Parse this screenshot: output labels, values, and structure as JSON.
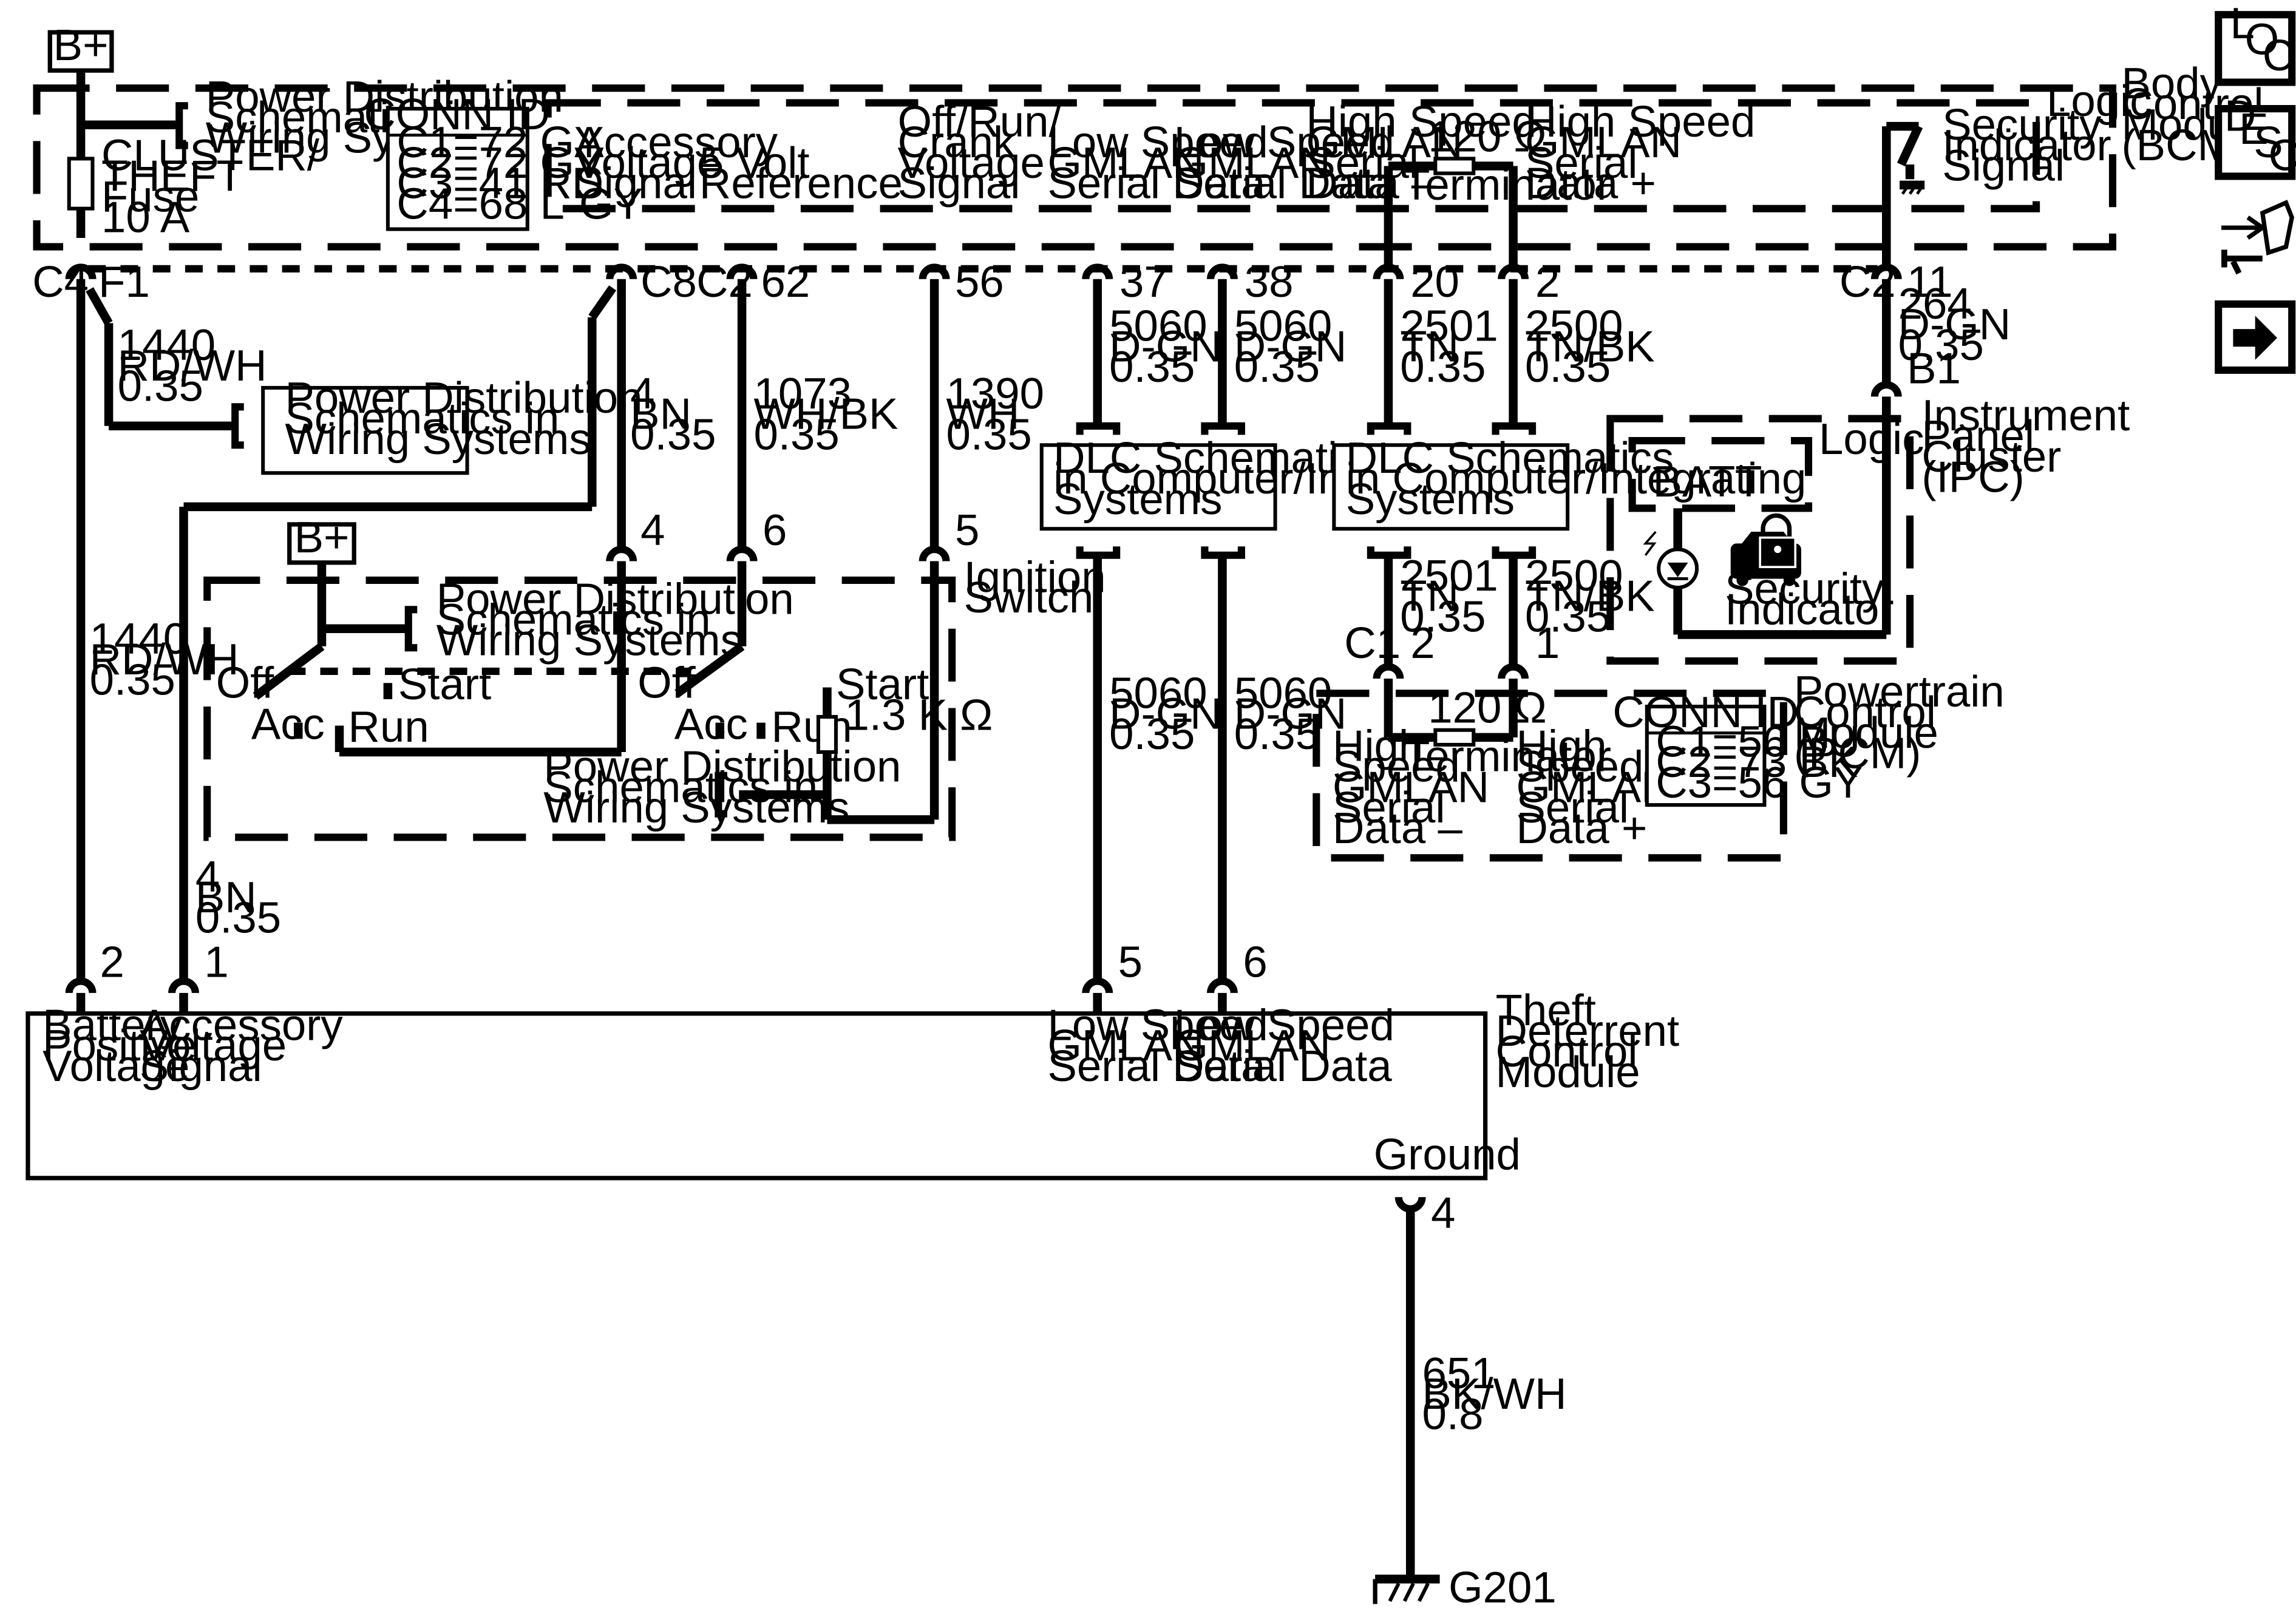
{
  "power": {
    "bplus_top": "B+",
    "bplus_ign": "B+"
  },
  "bcm": {
    "name": [
      "Body",
      "Control",
      "Module",
      "(BCM)"
    ],
    "logic_label": "Logic",
    "fuse_label": [
      "CLUSTER/",
      "THEFT",
      "Fuse",
      "10 A"
    ],
    "power_dist_ref": [
      "Power Distribution",
      "Schematics in",
      "Wiring Systems"
    ],
    "conn_id": {
      "title": "CONN ID",
      "rows": [
        "C1=72 GY",
        "C2=72 GY",
        "C3=41 RD",
        "C4=68 L-GY"
      ]
    },
    "signals": {
      "acc": [
        "Accessory",
        "Voltage",
        "Signal"
      ],
      "ref5v": [
        "5 Volt",
        "Reference"
      ],
      "crank": [
        "Off/Run/",
        "Crank",
        "Voltage",
        "Signal"
      ],
      "ls1": [
        "Low Speed",
        "GMLAN",
        "Serial Data"
      ],
      "ls2": [
        "Low Speed",
        "GMLAN",
        "Serial Data"
      ],
      "hs_minus": [
        "High Speed",
        "GMLAN",
        "Serial",
        "Data –"
      ],
      "hs_plus": [
        "High Speed",
        "GMLAN",
        "Serial",
        "Data +"
      ],
      "security": [
        "Security",
        "Indicator",
        "Signal"
      ]
    },
    "terminator": {
      "value": "120 Ω",
      "label": "Terminator"
    },
    "connectors": {
      "c4": "C4",
      "f1": "F1",
      "c8": "C8",
      "c2a": "C2",
      "p62": "62",
      "p56": "56",
      "p37": "37",
      "p38": "38",
      "p20": "20",
      "p2": "2",
      "c2b": "C2",
      "p11": "11"
    }
  },
  "wires": {
    "w1440_top": [
      "1440",
      "RD/WH",
      "0.35"
    ],
    "w1440_low": [
      "1440",
      "RD/WH",
      "0.35"
    ],
    "w4_top": [
      "4",
      "BN",
      "0.35"
    ],
    "w4_low": [
      "4",
      "BN",
      "0.35"
    ],
    "w1073": [
      "1073",
      "WH/BK",
      "0.35"
    ],
    "w1390": [
      "1390",
      "WH",
      "0.35"
    ],
    "w5060_a": [
      "5060",
      "D-GN",
      "0.35"
    ],
    "w5060_b": [
      "5060",
      "D-GN",
      "0.35"
    ],
    "w5060_c": [
      "5060",
      "D-GN",
      "0.35"
    ],
    "w5060_d": [
      "5060",
      "D-GN",
      "0.35"
    ],
    "w2501_a": [
      "2501",
      "TN",
      "0.35"
    ],
    "w2500_a": [
      "2500",
      "TN/BK",
      "0.35"
    ],
    "w2501_b": [
      "2501",
      "TN",
      "0.35"
    ],
    "w2500_b": [
      "2500",
      "TN/BK",
      "0.35"
    ],
    "w264": [
      "264",
      "D-GN",
      "0.35"
    ],
    "w651": [
      "651",
      "BK/WH",
      "0.8"
    ]
  },
  "power_dist_boxes": {
    "f1_box": [
      "Power Distribution",
      "Schematics in",
      "Wiring Systems"
    ],
    "ign_top": [
      "Power Distribution",
      "Schematics in",
      "Wiring Systems"
    ],
    "ign_bottom": [
      "Power Distribution",
      "Schematics in",
      "Wiring Systems"
    ]
  },
  "ignition": {
    "name": [
      "Ignition",
      "Switch"
    ],
    "pins": {
      "p4": "4",
      "p6": "6",
      "p5": "5"
    },
    "positions_left": {
      "off": "Off",
      "start": "Start",
      "acc": "Acc",
      "run": "Run"
    },
    "positions_right": {
      "off": "Off",
      "start": "Start",
      "acc": "Acc",
      "run": "Run"
    },
    "resistor": "1.3 K Ω"
  },
  "dlc": {
    "box1": [
      "DLC Schematics",
      "in Computer/Integrating",
      "Systems"
    ],
    "box2": [
      "DLC Schematics",
      "in Computer/Integrating",
      "Systems"
    ]
  },
  "ipc": {
    "name": [
      "Instrument",
      "Panel",
      "Cluster",
      "(IPC)"
    ],
    "logic": "Logic",
    "batt": "BATT",
    "indicator": [
      "Security",
      "Indicator"
    ],
    "pin_b1": "B1"
  },
  "pcm": {
    "name": [
      "Powertrain",
      "Control",
      "Module",
      "(PCM)"
    ],
    "c1": "C1",
    "p2": "2",
    "p1": "1",
    "terminator": {
      "value": "120 Ω",
      "label": "Terminator"
    },
    "hs_minus": [
      "High",
      "Speed",
      "GMLAN",
      "Serial",
      "Data –"
    ],
    "hs_plus": [
      "High",
      "Speed",
      "GMLAN",
      "Serial",
      "Data +"
    ],
    "conn_id": {
      "title": "CONN ID",
      "rows": [
        "C1=56 BU",
        "C2=73 BK",
        "C3=56 GY"
      ]
    }
  },
  "tdcm": {
    "name": [
      "Theft",
      "Deterrent",
      "Control",
      "Module"
    ],
    "pins": {
      "p2": "2",
      "p1": "1",
      "p5": "5",
      "p6": "6",
      "p4": "4"
    },
    "batt": [
      "Battery",
      "Positive",
      "Voltage"
    ],
    "acc": [
      "Accessory",
      "Voltage",
      "Signal"
    ],
    "ls1": [
      "Low Speed",
      "GMLAN",
      "Serial Data"
    ],
    "ls2": [
      "Low Speed",
      "GMLAN",
      "Serial Data"
    ],
    "ground": "Ground"
  },
  "ground_label": "G201",
  "side_nav": {
    "loc": {
      "l": "L",
      "o": "O",
      "c": "C"
    },
    "desc": {
      "d": "D",
      "e": "E",
      "s": "S",
      "c": "C"
    },
    "connector_icon": "connector-wrench-icon",
    "next_icon": "arrow-right-icon"
  }
}
